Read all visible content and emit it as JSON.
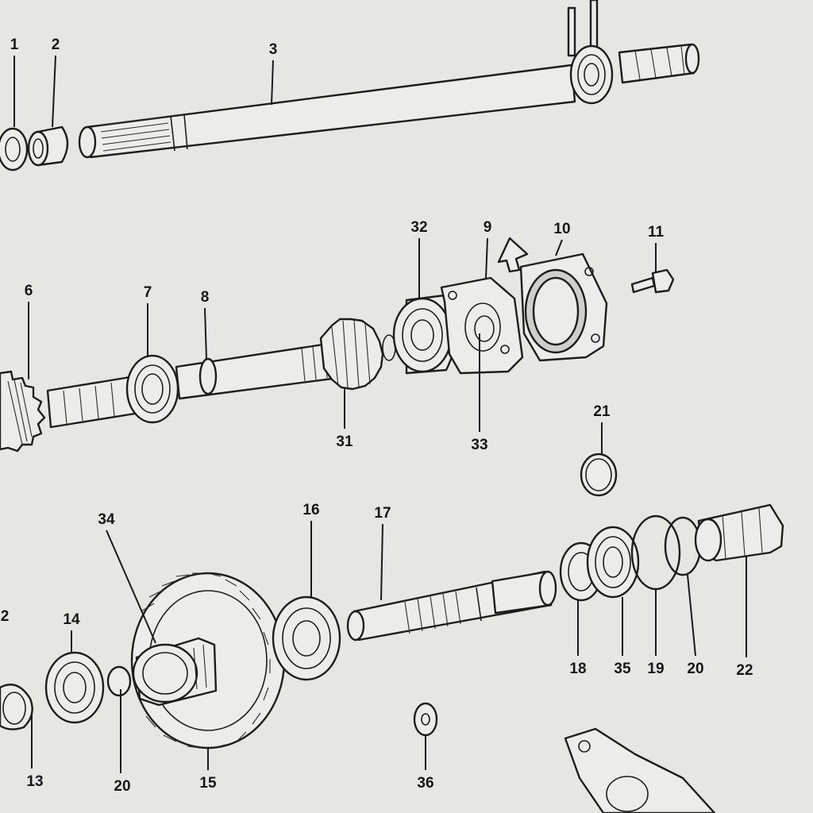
{
  "diagram": {
    "callouts": [
      {
        "id": "c1",
        "label": "1"
      },
      {
        "id": "c2",
        "label": "2"
      },
      {
        "id": "c3",
        "label": "3"
      },
      {
        "id": "c6",
        "label": "6"
      },
      {
        "id": "c7",
        "label": "7"
      },
      {
        "id": "c8",
        "label": "8"
      },
      {
        "id": "c32",
        "label": "32"
      },
      {
        "id": "c9",
        "label": "9"
      },
      {
        "id": "c10",
        "label": "10"
      },
      {
        "id": "c11",
        "label": "11"
      },
      {
        "id": "c31",
        "label": "31"
      },
      {
        "id": "c33",
        "label": "33"
      },
      {
        "id": "c21",
        "label": "21"
      },
      {
        "id": "c34",
        "label": "34"
      },
      {
        "id": "c16",
        "label": "16"
      },
      {
        "id": "c17",
        "label": "17"
      },
      {
        "id": "c12",
        "label": "2"
      },
      {
        "id": "c14",
        "label": "14"
      },
      {
        "id": "c13",
        "label": "13"
      },
      {
        "id": "c20a",
        "label": "20"
      },
      {
        "id": "c15",
        "label": "15"
      },
      {
        "id": "c36",
        "label": "36"
      },
      {
        "id": "c18",
        "label": "18"
      },
      {
        "id": "c35",
        "label": "35"
      },
      {
        "id": "c19",
        "label": "19"
      },
      {
        "id": "c20b",
        "label": "20"
      },
      {
        "id": "c22",
        "label": "22"
      }
    ]
  }
}
